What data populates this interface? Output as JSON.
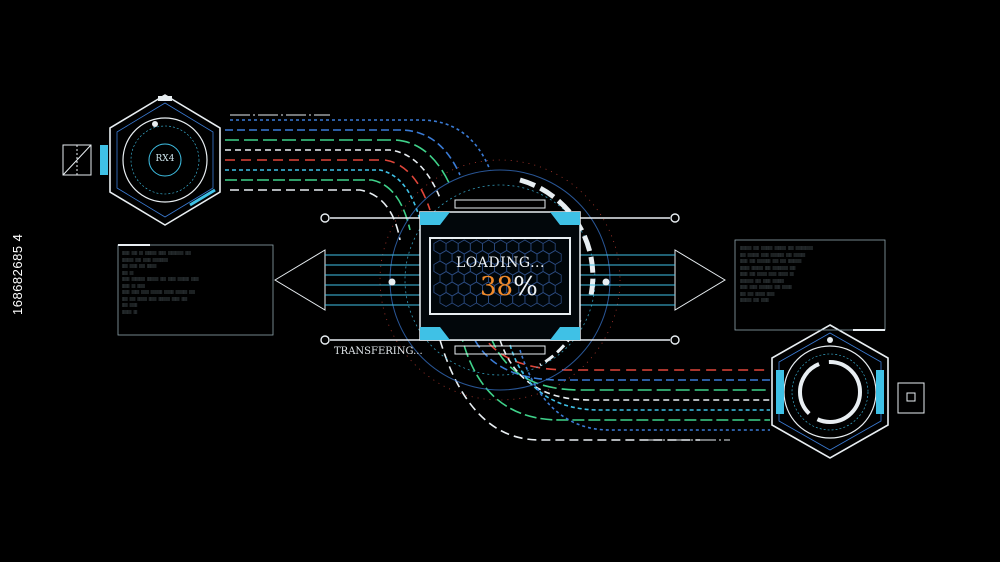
{
  "loader": {
    "status_label": "LOADING...",
    "percent_value": "38",
    "percent_symbol": "%",
    "progress": 0.38,
    "transfer_label": "TRANSFERING..."
  },
  "left_hex": {
    "label": "RX4"
  },
  "stock_id": "168682685 4",
  "colors": {
    "accent_cyan": "#3fc1e6",
    "accent_orange": "#f08a2a",
    "line_red": "#e0463a",
    "line_green": "#3fd28a",
    "line_blue": "#3a7bd5",
    "frame_white": "#e8eef2"
  },
  "icons": [
    "hexagon-scope-icon",
    "crosshair-icon",
    "target-ring-icon",
    "arrow-left-icon",
    "arrow-right-icon"
  ]
}
